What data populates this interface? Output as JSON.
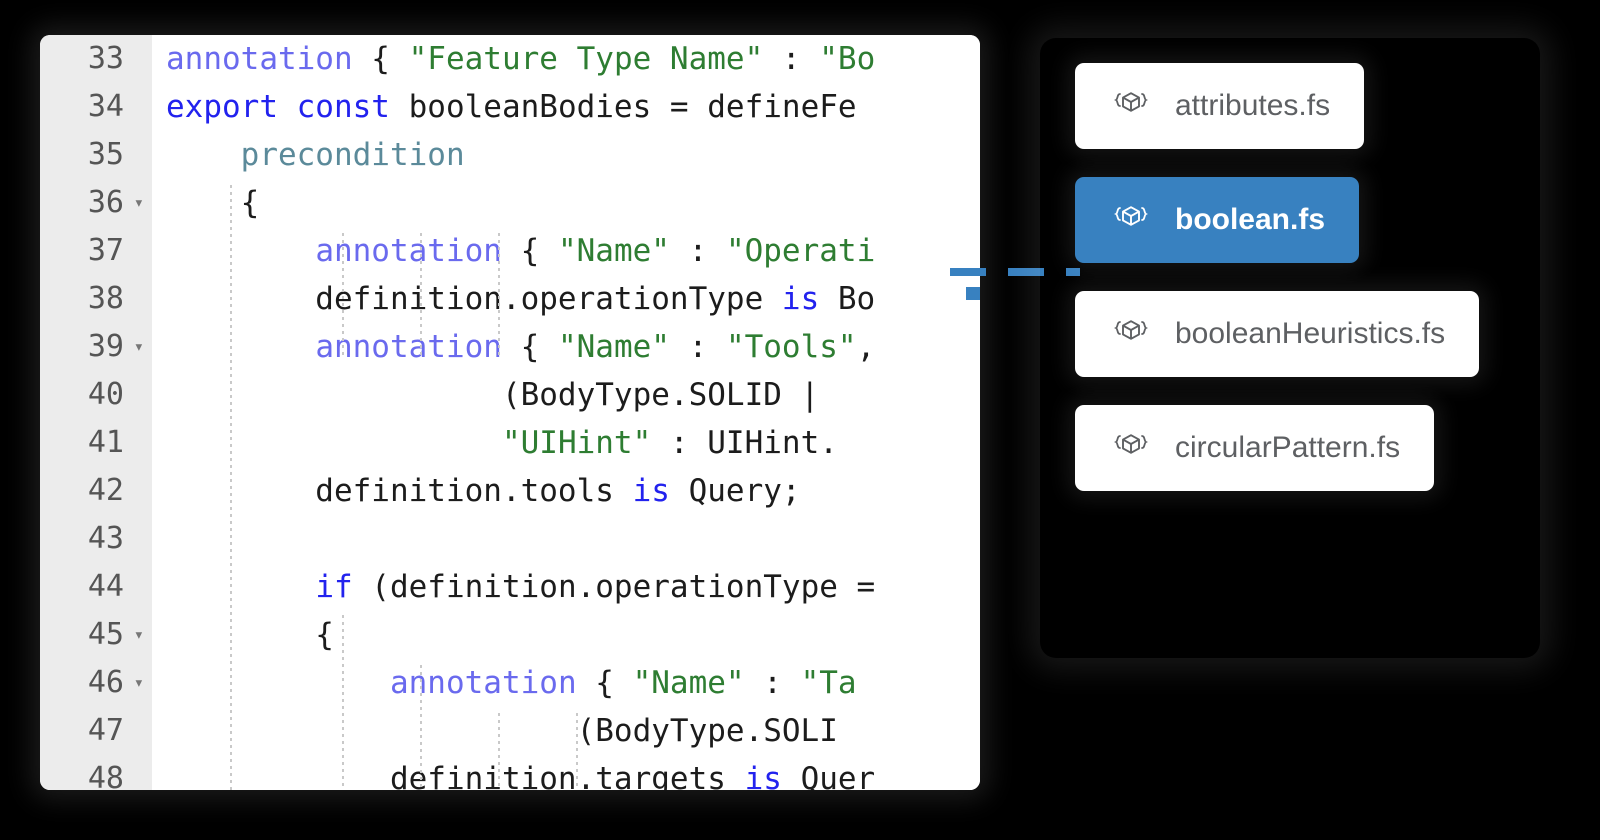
{
  "editor": {
    "name": "code-editor-panel",
    "language": "FeatureScript",
    "gutter_bg": "#ececec",
    "colors": {
      "keyword": "#2222ee",
      "annotation": "#6a6aee",
      "string": "#2e7d32",
      "precondition": "#5b8a9a",
      "plain": "#1c1c1c",
      "accent": "#3881c0"
    },
    "first_line": 33,
    "lines": [
      {
        "n": "33",
        "fold": false,
        "tokens": [
          {
            "t": "annotation",
            "c": "t-ann"
          },
          {
            "t": " { ",
            "c": "t-plain"
          },
          {
            "t": "\"Feature Type Name\"",
            "c": "t-str"
          },
          {
            "t": " : ",
            "c": "t-plain"
          },
          {
            "t": "\"Bo",
            "c": "t-str"
          }
        ]
      },
      {
        "n": "34",
        "fold": false,
        "tokens": [
          {
            "t": "export const",
            "c": "t-kw"
          },
          {
            "t": " booleanBodies = defineFe",
            "c": "t-plain"
          }
        ]
      },
      {
        "n": "35",
        "fold": false,
        "tokens": [
          {
            "t": "    ",
            "c": "t-plain"
          },
          {
            "t": "precondition",
            "c": "t-pre"
          }
        ]
      },
      {
        "n": "36",
        "fold": true,
        "tokens": [
          {
            "t": "    {",
            "c": "t-plain"
          }
        ]
      },
      {
        "n": "37",
        "fold": false,
        "tokens": [
          {
            "t": "        ",
            "c": "t-plain"
          },
          {
            "t": "annotation",
            "c": "t-ann"
          },
          {
            "t": " { ",
            "c": "t-plain"
          },
          {
            "t": "\"Name\"",
            "c": "t-str"
          },
          {
            "t": " : ",
            "c": "t-plain"
          },
          {
            "t": "\"Operati",
            "c": "t-str"
          }
        ]
      },
      {
        "n": "38",
        "fold": false,
        "tokens": [
          {
            "t": "        definition.operationType ",
            "c": "t-plain"
          },
          {
            "t": "is",
            "c": "t-kw"
          },
          {
            "t": " Bo",
            "c": "t-plain"
          }
        ]
      },
      {
        "n": "39",
        "fold": true,
        "tokens": [
          {
            "t": "        ",
            "c": "t-plain"
          },
          {
            "t": "annotation",
            "c": "t-ann"
          },
          {
            "t": " { ",
            "c": "t-plain"
          },
          {
            "t": "\"Name\"",
            "c": "t-str"
          },
          {
            "t": " : ",
            "c": "t-plain"
          },
          {
            "t": "\"Tools\"",
            "c": "t-str"
          },
          {
            "t": ",",
            "c": "t-plain"
          }
        ]
      },
      {
        "n": "40",
        "fold": false,
        "tokens": [
          {
            "t": "                  (BodyType.SOLID | ",
            "c": "t-plain"
          }
        ]
      },
      {
        "n": "41",
        "fold": false,
        "tokens": [
          {
            "t": "                  ",
            "c": "t-plain"
          },
          {
            "t": "\"UIHint\"",
            "c": "t-str"
          },
          {
            "t": " : UIHint.",
            "c": "t-plain"
          }
        ]
      },
      {
        "n": "42",
        "fold": false,
        "tokens": [
          {
            "t": "        definition.tools ",
            "c": "t-plain"
          },
          {
            "t": "is",
            "c": "t-kw"
          },
          {
            "t": " Query;",
            "c": "t-plain"
          }
        ]
      },
      {
        "n": "43",
        "fold": false,
        "tokens": [
          {
            "t": "",
            "c": "t-plain"
          }
        ]
      },
      {
        "n": "44",
        "fold": false,
        "tokens": [
          {
            "t": "        ",
            "c": "t-plain"
          },
          {
            "t": "if",
            "c": "t-kw"
          },
          {
            "t": " (definition.operationType =",
            "c": "t-plain"
          }
        ]
      },
      {
        "n": "45",
        "fold": true,
        "tokens": [
          {
            "t": "        {",
            "c": "t-plain"
          }
        ]
      },
      {
        "n": "46",
        "fold": true,
        "tokens": [
          {
            "t": "            ",
            "c": "t-plain"
          },
          {
            "t": "annotation",
            "c": "t-ann"
          },
          {
            "t": " { ",
            "c": "t-plain"
          },
          {
            "t": "\"Name\"",
            "c": "t-str"
          },
          {
            "t": " : ",
            "c": "t-plain"
          },
          {
            "t": "\"Ta",
            "c": "t-str"
          }
        ]
      },
      {
        "n": "47",
        "fold": false,
        "tokens": [
          {
            "t": "                      (BodyType.SOLI",
            "c": "t-plain"
          }
        ]
      },
      {
        "n": "48",
        "fold": false,
        "tokens": [
          {
            "t": "            definition.targets ",
            "c": "t-plain"
          },
          {
            "t": "is",
            "c": "t-kw"
          },
          {
            "t": " Quer",
            "c": "t-plain"
          }
        ]
      }
    ]
  },
  "connector": {
    "name": "dashed-connector",
    "color": "#3881c0",
    "style": "dashed"
  },
  "file_list": {
    "name": "feature-studio-file-list",
    "icon_name": "featurescript-cube-icon",
    "items": [
      {
        "label": "attributes.fs",
        "selected": false
      },
      {
        "label": "boolean.fs",
        "selected": true
      },
      {
        "label": "booleanHeuristics.fs",
        "selected": false
      },
      {
        "label": "circularPattern.fs",
        "selected": false
      }
    ]
  }
}
